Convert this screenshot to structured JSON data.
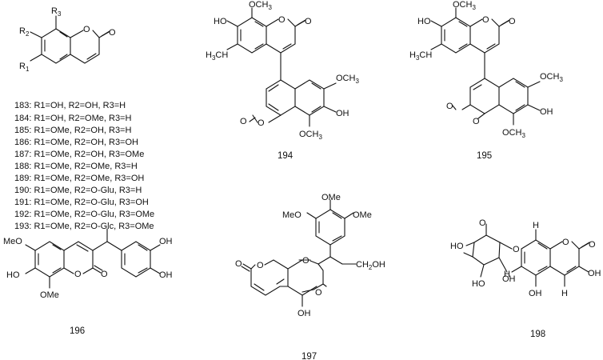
{
  "atoms": {
    "O": "O",
    "OH": "OH",
    "HO": "HO",
    "OMe": "OMe",
    "MeO": "MeO",
    "OCH": "OCH",
    "CH": "CH",
    "H3C": "H",
    "CH2OH": "CH",
    "H": "H",
    "R1": "R",
    "R2": "R",
    "R3": "R",
    "s3": "3",
    "s2": "2",
    "s1": "1"
  },
  "substituent_list": [
    "183: R1=OH, R2=OH, R3=H",
    "184: R1=OH, R2=OMe, R3=H",
    "185: R1=OMe, R2=OH, R3=H",
    "186: R1=OMe, R2=OH, R3=OH",
    "187: R1=OMe, R2=OH, R3=OMe",
    "188: R1=OMe, R2=OMe, R3=H",
    "189: R1=OMe, R2=OMe, R3=OH",
    "190: R1=OMe, R2=O-Glu, R3=H",
    "191: R1=OMe, R2=O-Glu, R3=OH",
    "192: R1=OMe, R2=O-Glu, R3=OMe",
    "193: R1=OMe, R2=O-Glc, R3=OMe"
  ],
  "compound_numbers": {
    "c194": "194",
    "c195": "195",
    "c196": "196",
    "c197": "197",
    "c198": "198"
  }
}
